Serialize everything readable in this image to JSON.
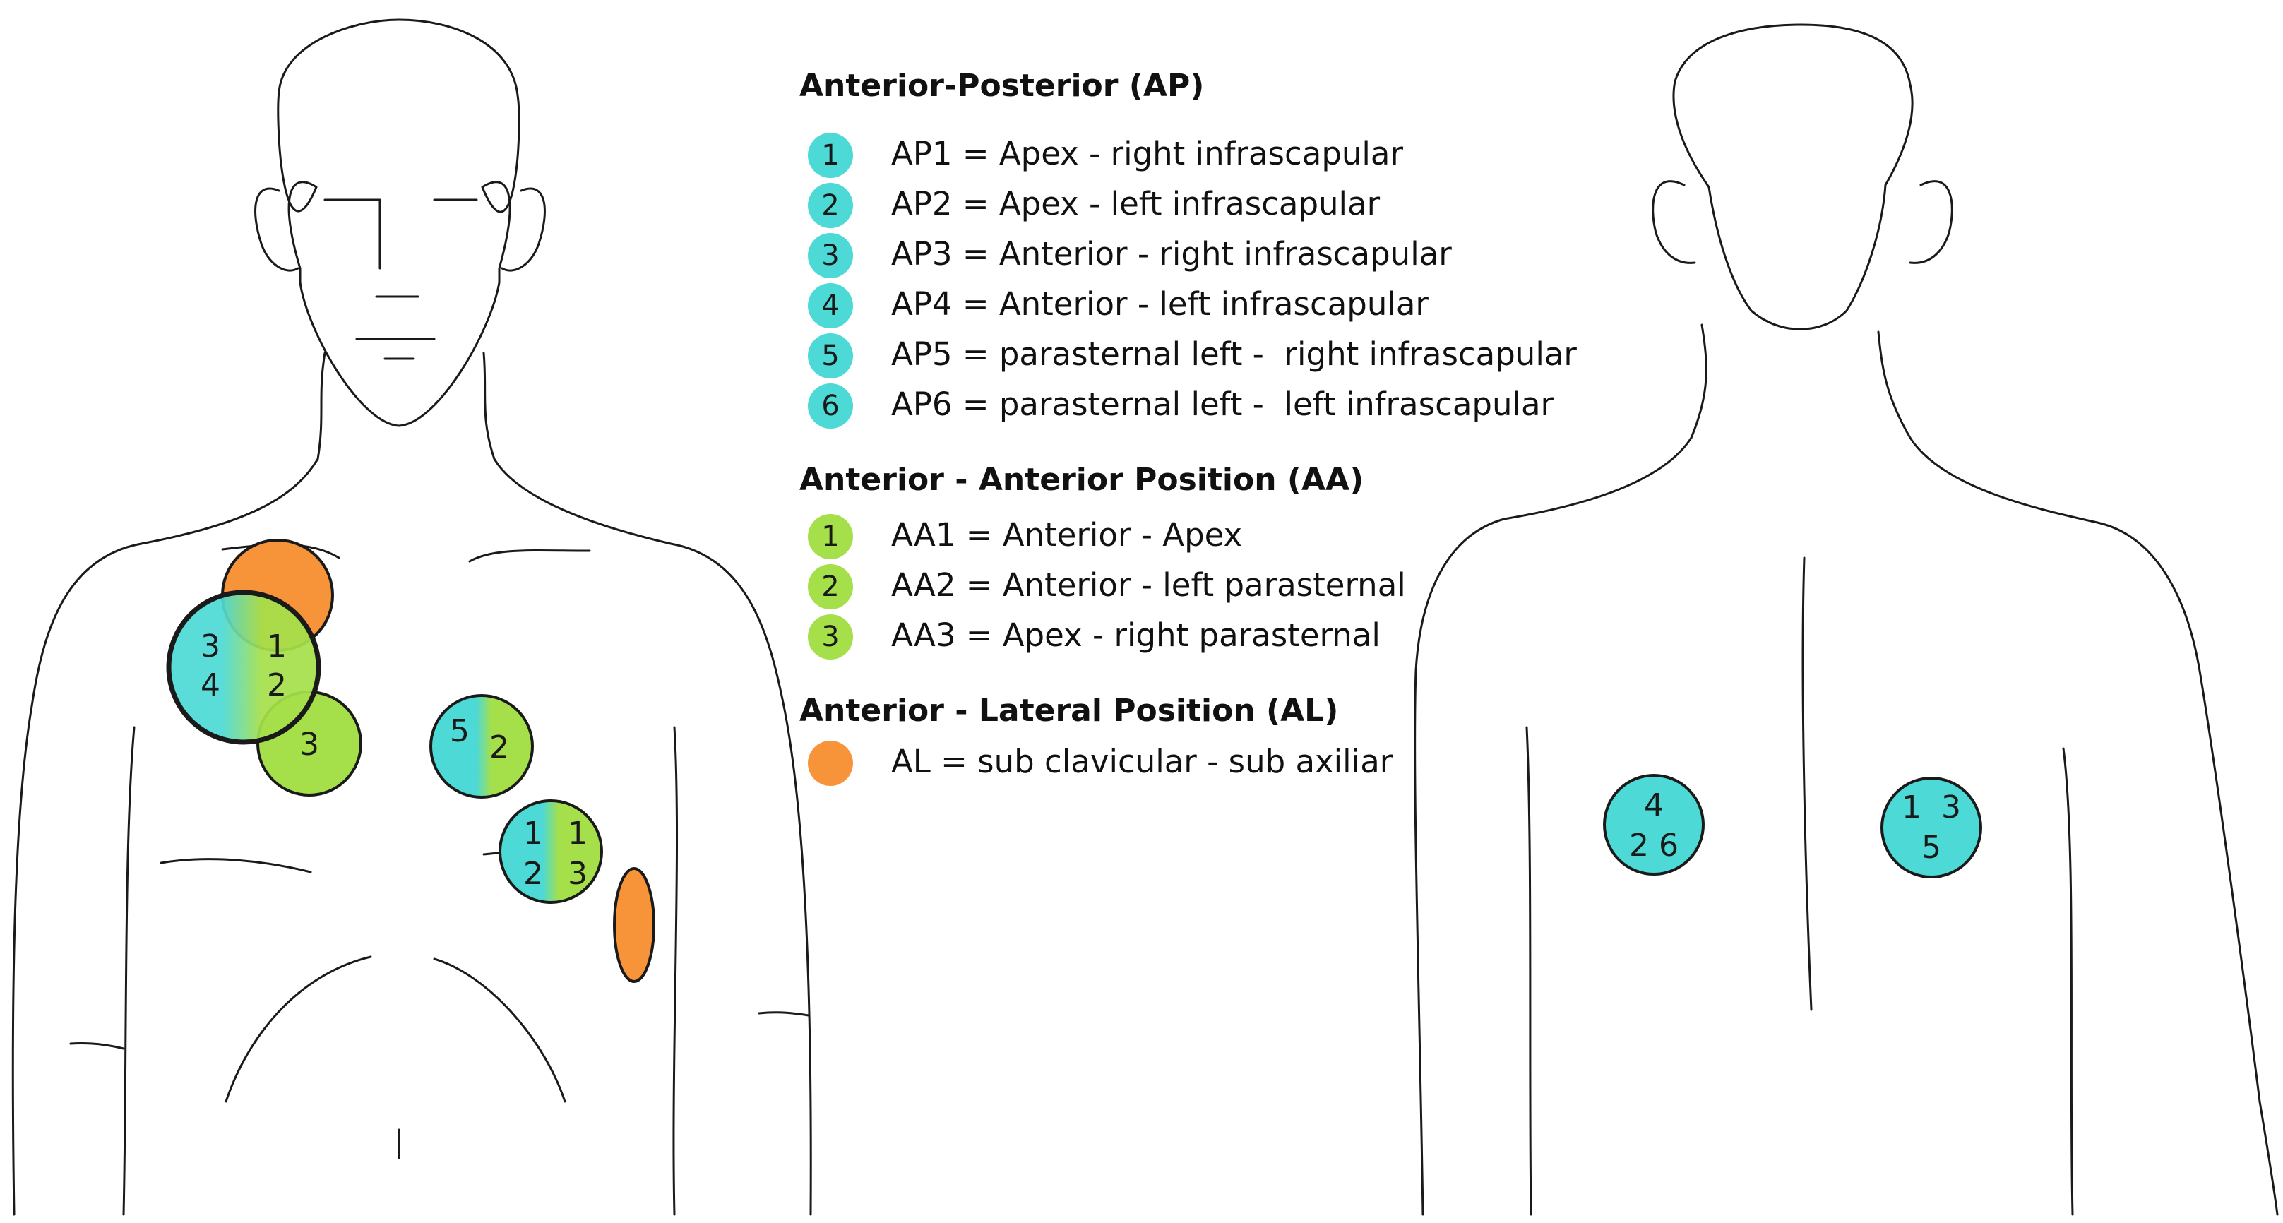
{
  "colors": {
    "ap": "#4dd9d5",
    "aa": "#a5e04a",
    "al": "#f7943a",
    "outline": "#1a1a1a"
  },
  "legend": {
    "ap": {
      "title": "Anterior-Posterior (AP)",
      "items": [
        {
          "num": "1",
          "text": "AP1 = Apex - right infrascapular"
        },
        {
          "num": "2",
          "text": "AP2 = Apex - left infrascapular"
        },
        {
          "num": "3",
          "text": "AP3 = Anterior - right infrascapular"
        },
        {
          "num": "4",
          "text": "AP4 = Anterior - left infrascapular"
        },
        {
          "num": "5",
          "text": "AP5 = parasternal left -  right infrascapular"
        },
        {
          "num": "6",
          "text": "AP6 = parasternal left -  left infrascapular"
        }
      ]
    },
    "aa": {
      "title": "Anterior - Anterior Position (AA)",
      "items": [
        {
          "num": "1",
          "text": "AA1 = Anterior - Apex"
        },
        {
          "num": "2",
          "text": "AA2 = Anterior - left parasternal"
        },
        {
          "num": "3",
          "text": "AA3 = Apex - right parasternal"
        }
      ]
    },
    "al": {
      "title": "Anterior - Lateral Position (AL)",
      "item_text": "AL = sub clavicular - sub axiliar"
    }
  },
  "front_markers": {
    "upper_right_big": {
      "tl": "3",
      "tr": "1",
      "bl": "4",
      "br": "2"
    },
    "aa3": "3",
    "mid": {
      "left": "5",
      "right": "2"
    },
    "lower": {
      "tl": "1",
      "tr": "1",
      "bl": "2",
      "br": "3"
    }
  },
  "back_markers": {
    "left": {
      "top": "4",
      "bottom": "2 6"
    },
    "right": {
      "top": "1  3",
      "bottom": "5"
    }
  }
}
